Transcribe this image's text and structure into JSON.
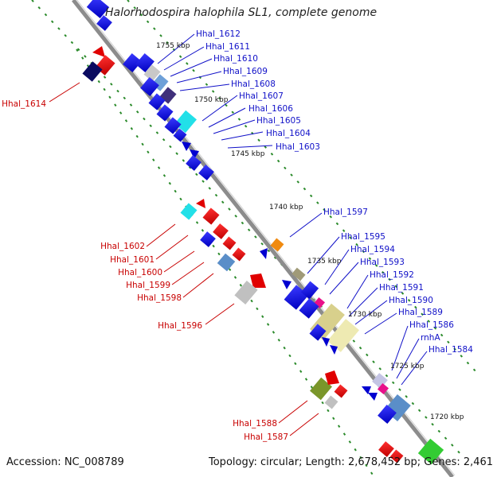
{
  "title": "Halorhodospira halophila SL1, complete genome",
  "accession_label": "Accession: NC_008789",
  "topology_label": "Topology: circular; Length: 2,678,452 bp; Genes: 2,461",
  "ticks": [
    "1755 kbp",
    "1750 kbp",
    "1745 kbp",
    "1740 kbp",
    "1735 kbp",
    "1730 kbp",
    "1725 kbp",
    "1720 kbp"
  ],
  "genes_right": [
    "Hhal_1612",
    "Hhal_1611",
    "Hhal_1610",
    "Hhal_1609",
    "Hhal_1608",
    "Hhal_1607",
    "Hhal_1606",
    "Hhal_1605",
    "Hhal_1604",
    "Hhal_1603",
    "Hhal_1597",
    "Hhal_1595",
    "Hhal_1594",
    "Hhal_1593",
    "Hhal_1592",
    "Hhal_1591",
    "Hhal_1590",
    "Hhal_1589",
    "Hhal_1586",
    "rnhA",
    "Hhal_1584"
  ],
  "genes_left": [
    "Hhal_1614",
    "Hhal_1602",
    "Hhal_1601",
    "Hhal_1600",
    "Hhal_1599",
    "Hhal_1598",
    "Hhal_1596",
    "Hhal_1588",
    "Hhal_1587"
  ],
  "colors": {
    "forward_label": "#1010c8",
    "reverse_label": "#c80000",
    "backbone": "#8c8c8c",
    "dots": "#2a8a2a"
  }
}
